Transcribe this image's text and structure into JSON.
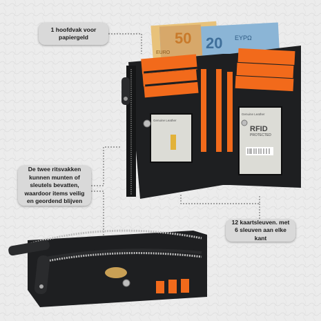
{
  "callouts": {
    "main_compartment": "1 hoofdvak voor papiergeld",
    "zip_compartments": "De twee ritsvakken kunnen munten of sleutels bevatten, waardoor items veilig en geordend blijven",
    "card_slots": "12 kaartsleuven. met 6 sleuven aan elke kant"
  },
  "product_print": {
    "rfid": "RFID",
    "rfid_sub": "PROTECTED",
    "leather_left": "Genuine Leather",
    "leather_right": "Genuine Leather"
  },
  "banknotes": {
    "fifty": "50",
    "twenty": "20",
    "fifty_text": "EURO",
    "twenty_text": "EYPΩ"
  },
  "colors": {
    "background": "#ececec",
    "wallet": "#1e1f21",
    "card_slot": "#f26a1b",
    "callout": "#d9d9d9"
  }
}
